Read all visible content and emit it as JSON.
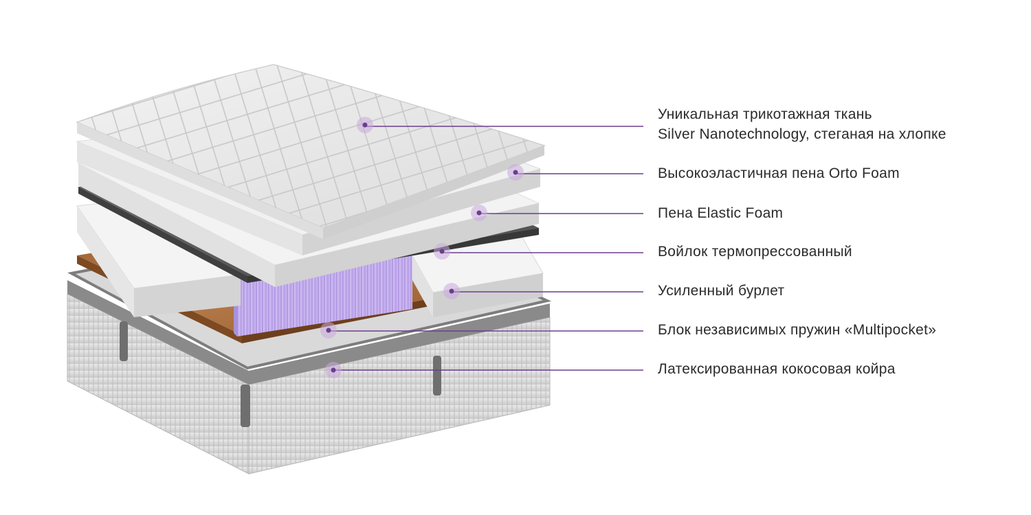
{
  "colors": {
    "accent": "#6b3d8f",
    "marker": "#c9a9dd",
    "text": "#2b2b2b",
    "quilt": "#e6e6e6",
    "foam": "#f0f0f0",
    "felt": "#5f5f5f",
    "springs": "#c8b3ee",
    "coir": "#a5683a",
    "base": "#dcdcdc",
    "tray": "#7a7a7a"
  },
  "layers": [
    {
      "id": "quilted-fabric",
      "lines": [
        "Уникальная трикотажная ткань",
        "Silver Nanotechnology, стеганая на хлопке"
      ]
    },
    {
      "id": "orto-foam",
      "lines": [
        "Высокоэластичная пена Orto Foam"
      ]
    },
    {
      "id": "elastic-foam",
      "lines": [
        "Пена Elastic Foam"
      ]
    },
    {
      "id": "felt",
      "lines": [
        "Войлок термопрессованный"
      ]
    },
    {
      "id": "edge-support",
      "lines": [
        "Усиленный бурлет"
      ]
    },
    {
      "id": "spring-block",
      "lines": [
        "Блок независимых пружин «Multipocket»"
      ]
    },
    {
      "id": "coconut-coir",
      "lines": [
        "Латексированная кокосовая койра"
      ]
    }
  ]
}
